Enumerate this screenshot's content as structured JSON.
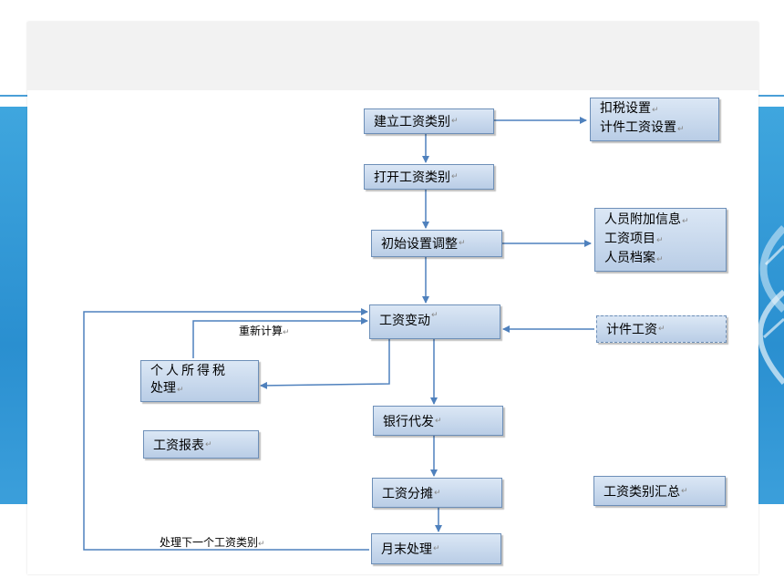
{
  "mark": "↵",
  "nodes": {
    "build_category": "建立工资类别",
    "tax_settings": [
      "扣税设置",
      "计件工资设置"
    ],
    "open_category": "打开工资类别",
    "init_adjust": "初始设置调整",
    "init_items": [
      "人员附加信息",
      "工资项目",
      "人员档案"
    ],
    "salary_change": "工资变动",
    "piece_wage": "计件工资",
    "income_tax": [
      "个人所得税",
      "处理"
    ],
    "bank_transfer": "银行代发",
    "salary_report": "工资报表",
    "salary_allocation": "工资分摊",
    "category_summary": "工资类别汇总",
    "month_end": "月末处理"
  },
  "labels": {
    "recalc": "重新计算",
    "next_category": "处理下一个工资类别"
  }
}
